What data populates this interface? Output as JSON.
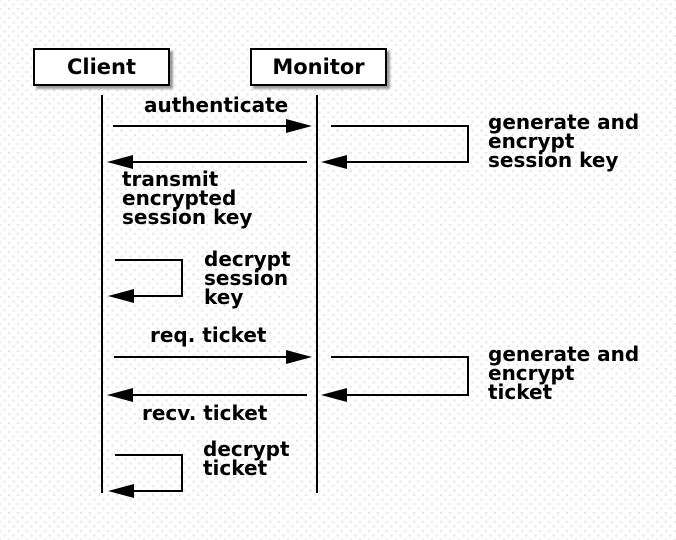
{
  "diagram": {
    "type": "sequence-diagram",
    "actors": [
      {
        "label": "Client"
      },
      {
        "label": "Monitor"
      }
    ],
    "messages": [
      {
        "label": "authenticate",
        "from": "Client",
        "to": "Monitor",
        "kind": "call"
      },
      {
        "label": "generate and\nencrypt\nsession key",
        "from": "Monitor",
        "to": "Monitor",
        "kind": "self"
      },
      {
        "label": "transmit\nencrypted\nsession key",
        "from": "Monitor",
        "to": "Client",
        "kind": "return"
      },
      {
        "label": "decrypt\nsession\nkey",
        "from": "Client",
        "to": "Client",
        "kind": "self"
      },
      {
        "label": "req. ticket",
        "from": "Client",
        "to": "Monitor",
        "kind": "call"
      },
      {
        "label": "generate and\nencrypt\nticket",
        "from": "Monitor",
        "to": "Monitor",
        "kind": "self"
      },
      {
        "label": "recv. ticket",
        "from": "Monitor",
        "to": "Client",
        "kind": "return"
      },
      {
        "label": "decrypt\nticket",
        "from": "Client",
        "to": "Client",
        "kind": "self"
      }
    ],
    "colors": {
      "line": "#000000",
      "box_fill": "#ffffff",
      "box_border": "#000000",
      "background": "#ffffff",
      "dot_pattern": "#ece4e8"
    }
  }
}
